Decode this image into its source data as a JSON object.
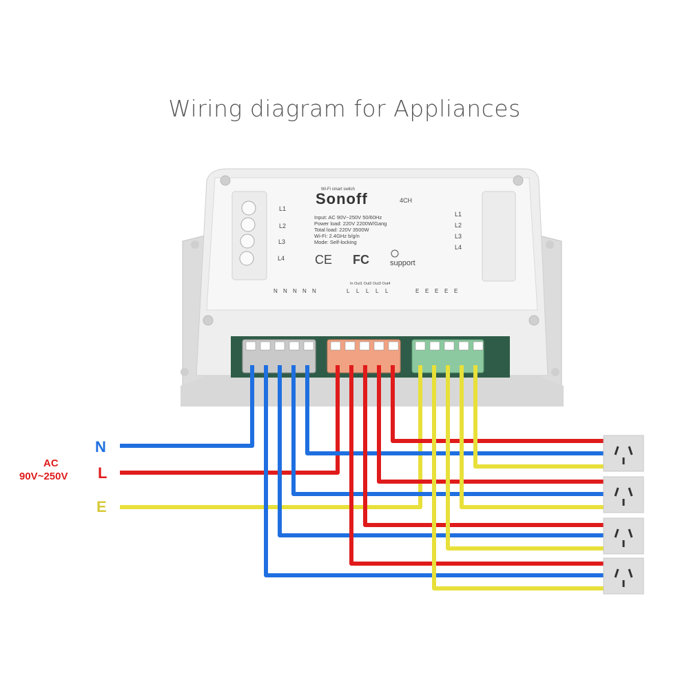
{
  "title": "Wiring diagram for Appliances",
  "device": {
    "brand": "Sonoff",
    "tagline": "Wi-Fi smart switch",
    "model": "4CH",
    "specs": [
      "Input: AC 90V~250V 50/60Hz",
      "Power load: 220V 2200W/Gang",
      "Total load: 220V 3500W",
      "Wi-Fi: 2.4GHz b/g/n",
      "Mode: Self-locking"
    ],
    "left_leds": [
      "L1",
      "L2",
      "L3",
      "L4"
    ],
    "right_leds": [
      "L1",
      "L2",
      "L3",
      "L4"
    ],
    "cert_ce": "CE",
    "cert_fc": "FC",
    "support": "support",
    "terminal_header": "In  Out1 Out2 Out3 Out4",
    "neutral_terms": [
      "N",
      "N",
      "N",
      "N",
      "N"
    ],
    "line_terms": [
      "L",
      "L",
      "L",
      "L",
      "L"
    ],
    "earth_terms": [
      "E",
      "E",
      "E",
      "E",
      "E"
    ]
  },
  "supply": {
    "ac_label": "AC",
    "voltage_label": "90V~250V",
    "n_label": "N",
    "l_label": "L",
    "e_label": "E"
  },
  "colors": {
    "neutral": "#1f6fe0",
    "line": "#e01b1b",
    "earth": "#e8e03a",
    "n_text": "#1f6fe0",
    "l_text": "#e01b1b",
    "e_text": "#d6c93a"
  },
  "sockets": 4
}
